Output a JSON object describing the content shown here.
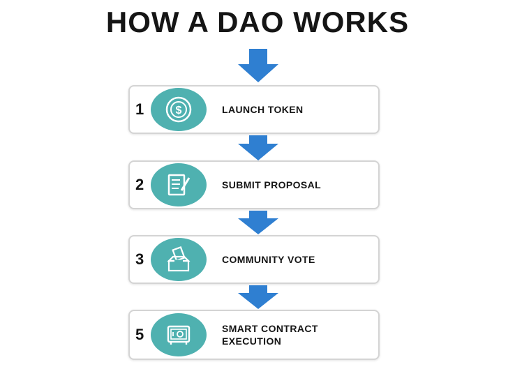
{
  "title": "HOW A DAO WORKS",
  "colors": {
    "arrow": "#2f7fd1",
    "icon_bg": "#4fb1b0",
    "card_border": "#d4d4d4"
  },
  "steps": [
    {
      "number": "1",
      "label": "LAUNCH TOKEN",
      "icon": "dollar-coin-icon"
    },
    {
      "number": "2",
      "label": "SUBMIT PROPOSAL",
      "icon": "document-pen-icon"
    },
    {
      "number": "3",
      "label": "COMMUNITY VOTE",
      "icon": "ballot-box-icon"
    },
    {
      "number": "5",
      "label": "SMART CONTRACT EXECUTION",
      "icon": "safe-icon"
    }
  ]
}
